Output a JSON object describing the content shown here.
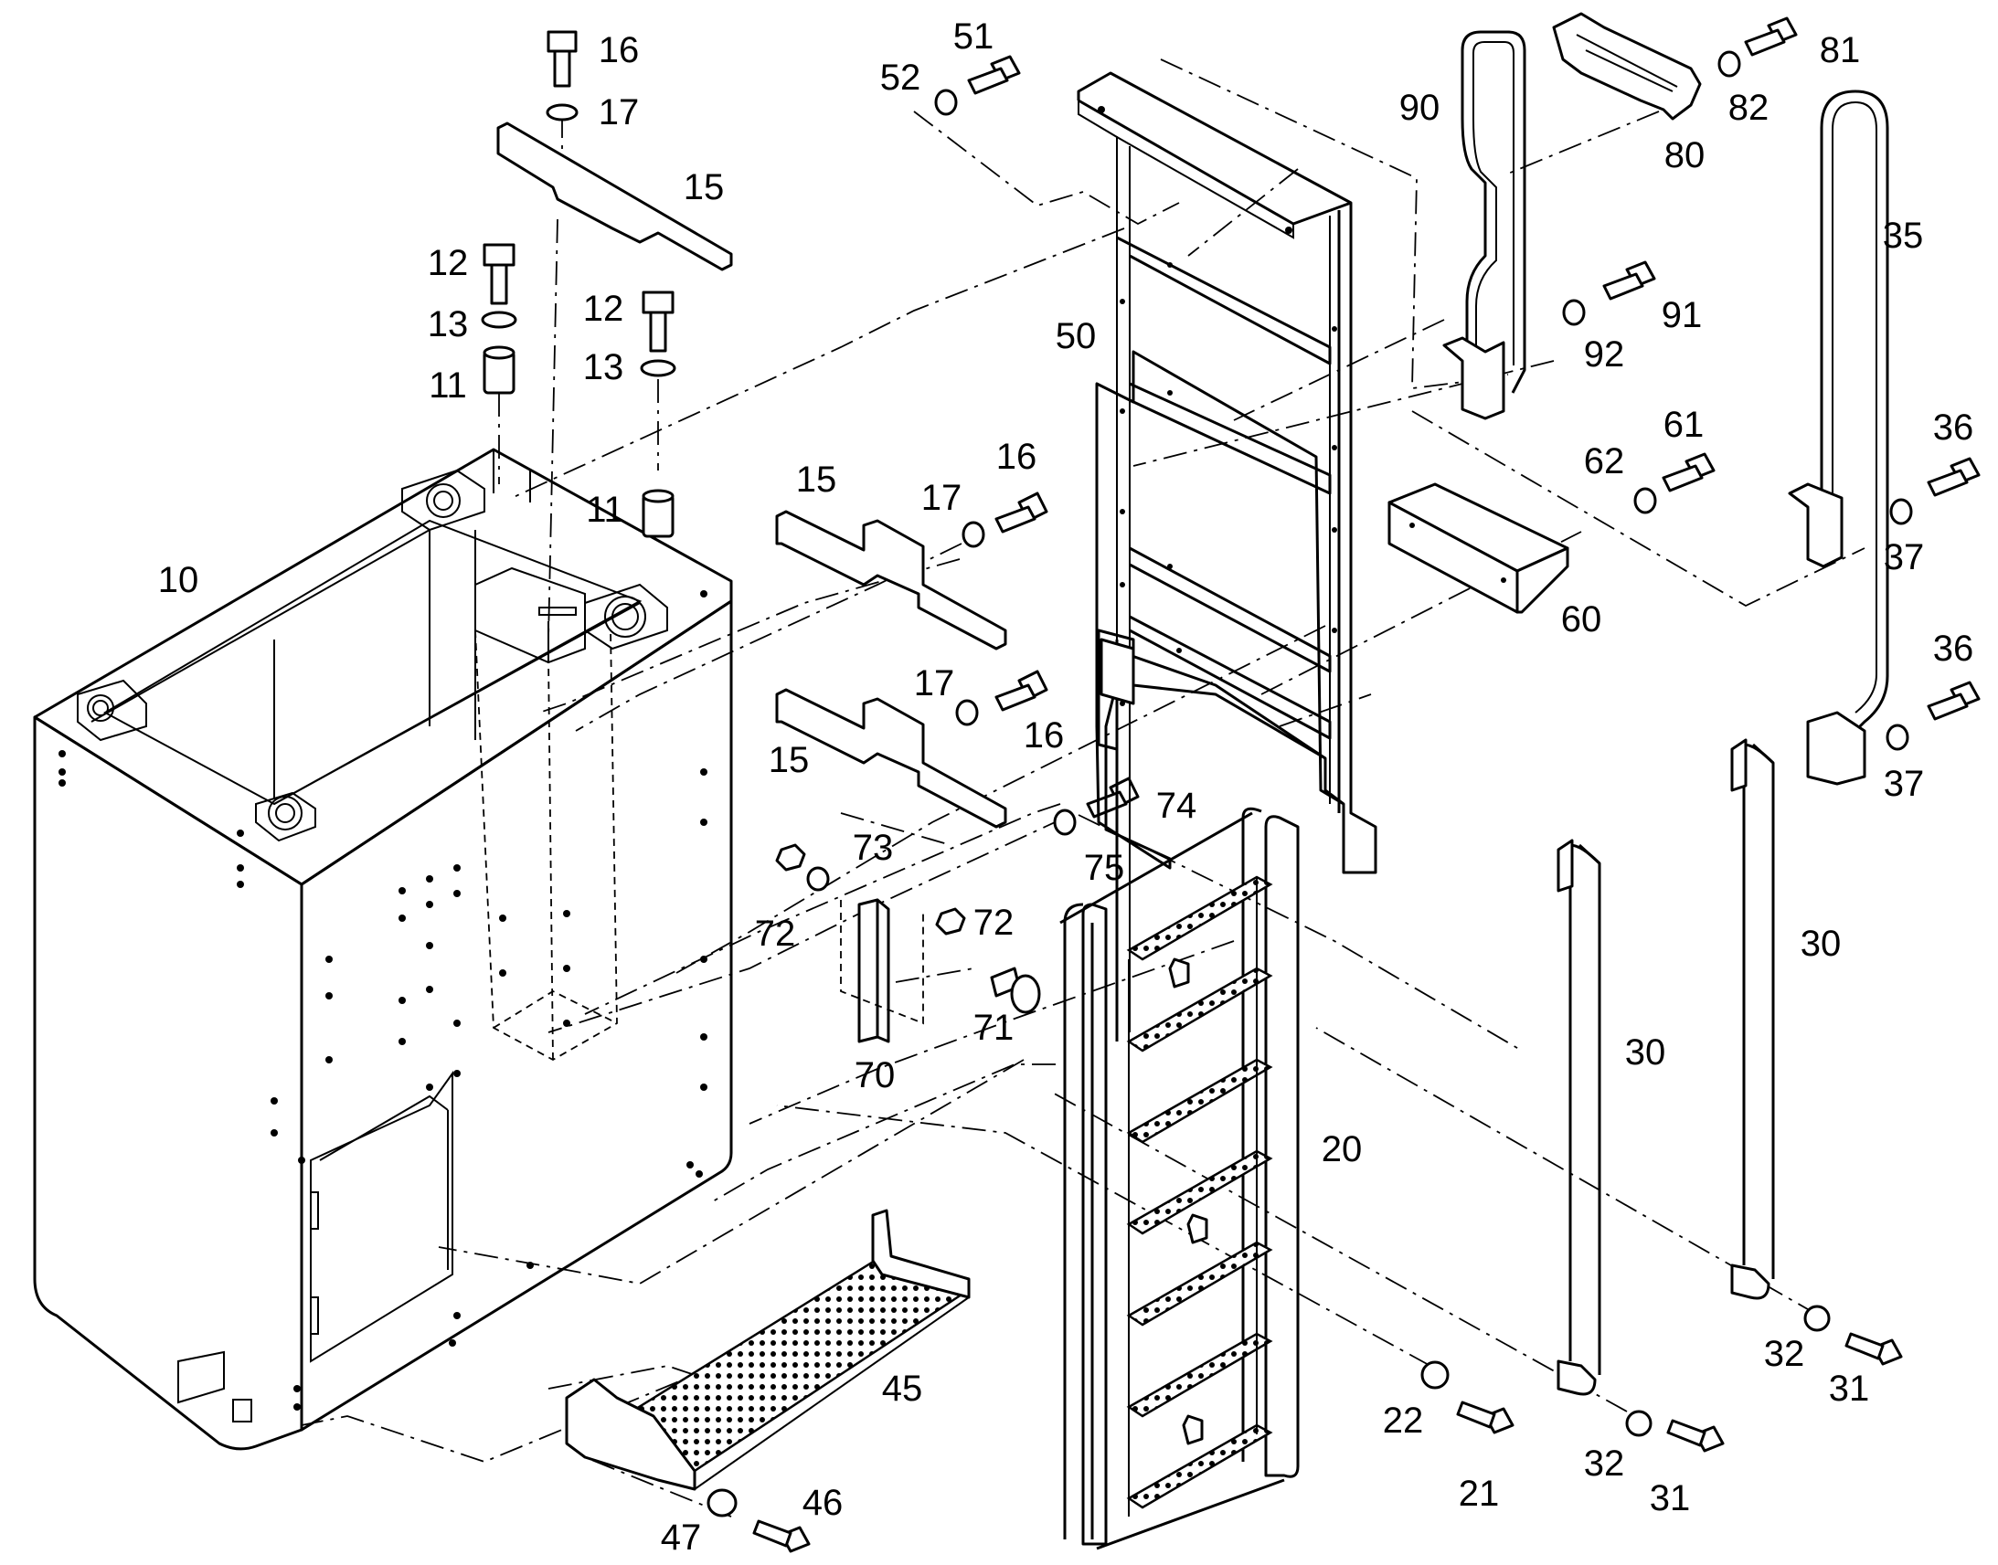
{
  "diagram": {
    "callouts": [
      "10",
      "11",
      "11",
      "12",
      "12",
      "13",
      "13",
      "15",
      "15",
      "15",
      "16",
      "16",
      "16",
      "17",
      "17",
      "17",
      "20",
      "21",
      "22",
      "30",
      "30",
      "31",
      "31",
      "32",
      "32",
      "35",
      "36",
      "36",
      "37",
      "37",
      "45",
      "46",
      "47",
      "50",
      "51",
      "52",
      "60",
      "61",
      "62",
      "70",
      "71",
      "72",
      "72",
      "73",
      "74",
      "75",
      "80",
      "81",
      "82",
      "90",
      "91",
      "92"
    ]
  }
}
